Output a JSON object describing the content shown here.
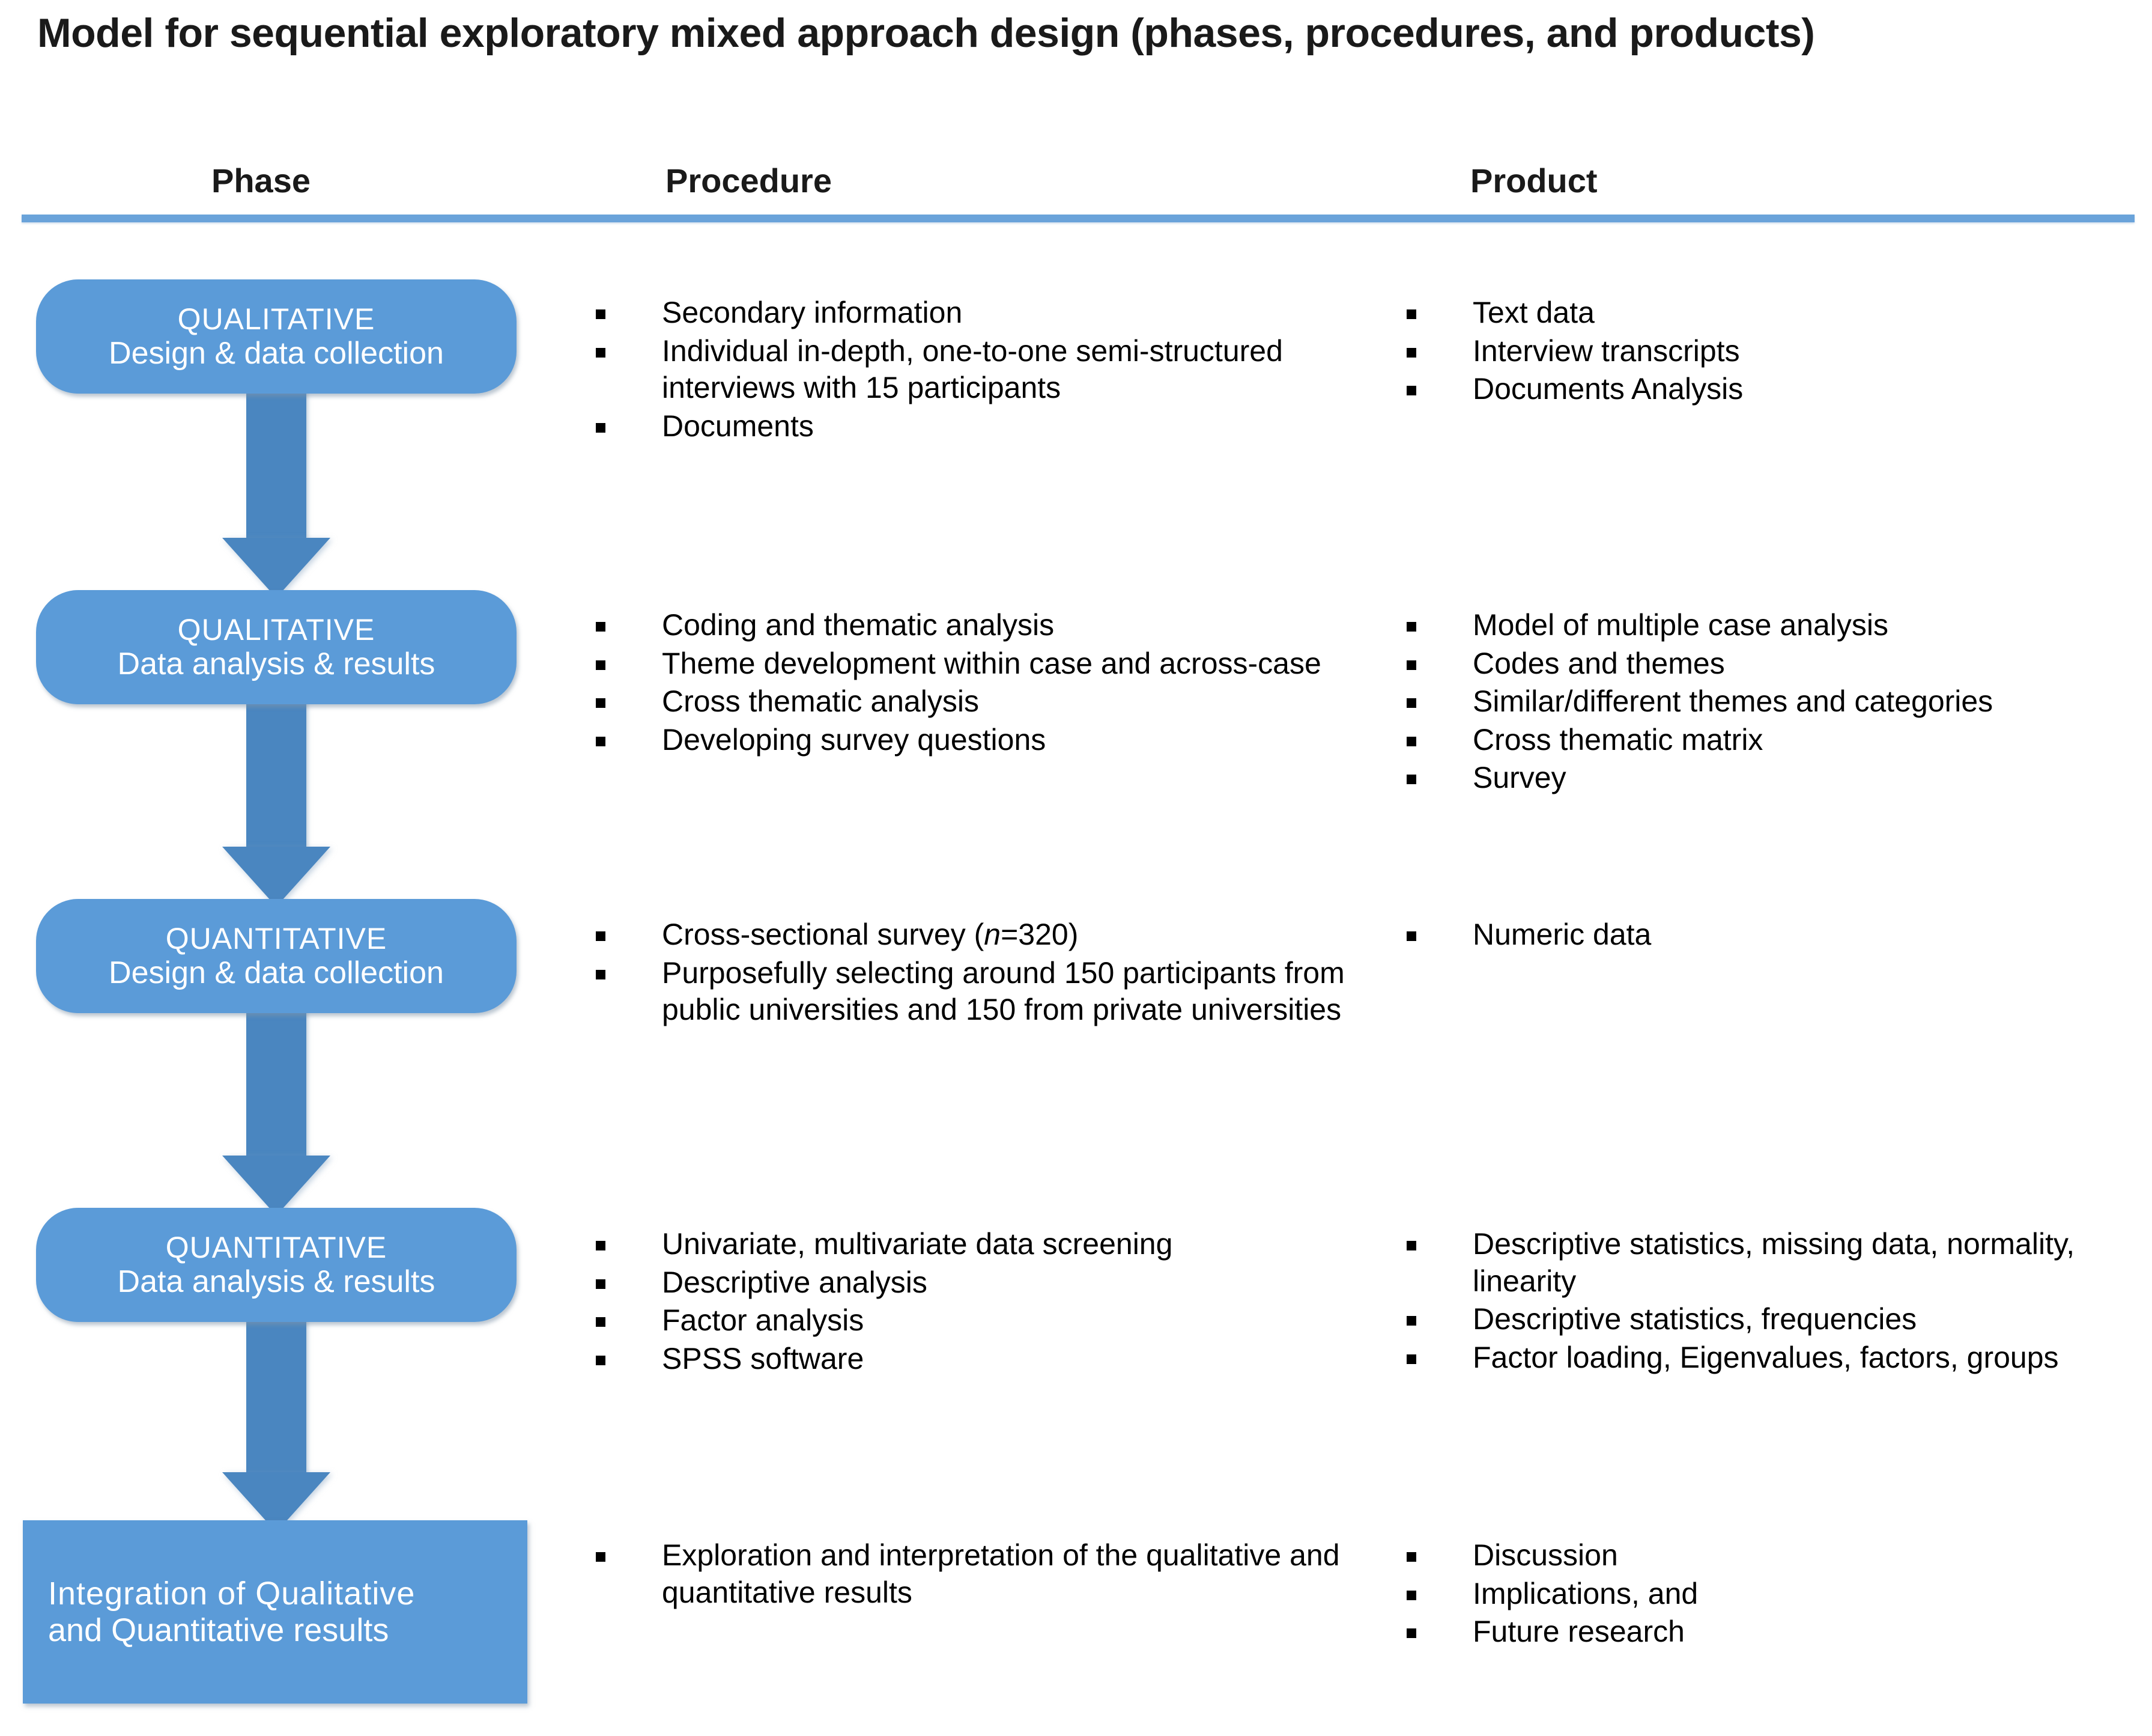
{
  "title": "Model for sequential exploratory mixed approach design (phases, procedures, and products)",
  "colors": {
    "box_fill": "#5b9bd8",
    "arrow_fill": "#4a86c0",
    "rule": "#6aa3da",
    "text": "#000000",
    "box_text": "#ffffff"
  },
  "columns": {
    "phase": "Phase",
    "procedure": "Procedure",
    "product": "Product"
  },
  "rows": [
    {
      "phase": {
        "line1": "QUALITATIVE",
        "line2": "Design & data collection",
        "shape": "rounded"
      },
      "procedure": [
        "Secondary information",
        "Individual in-depth, one-to-one semi-structured interviews with 15 participants",
        "Documents"
      ],
      "product": [
        "Text data",
        "Interview transcripts",
        "Documents Analysis"
      ]
    },
    {
      "phase": {
        "line1": "QUALITATIVE",
        "line2": "Data analysis & results",
        "shape": "rounded"
      },
      "procedure": [
        "Coding and thematic analysis",
        "Theme development within case and across-case",
        "Cross thematic analysis",
        "Developing survey questions"
      ],
      "product": [
        "Model of multiple case analysis",
        "Codes and themes",
        "Similar/different themes and categories",
        "Cross thematic matrix",
        "Survey"
      ]
    },
    {
      "phase": {
        "line1": "QUANTITATIVE",
        "line2": "Design & data collection",
        "shape": "rounded"
      },
      "procedure": [
        "Cross-sectional survey (n=320)",
        "Purposefully selecting around 150 participants from public universities and 150 from private universities"
      ],
      "product": [
        "Numeric data"
      ]
    },
    {
      "phase": {
        "line1": "QUANTITATIVE",
        "line2": "Data analysis & results",
        "shape": "rounded"
      },
      "procedure": [
        "Univariate, multivariate data screening",
        "Descriptive analysis",
        "Factor analysis",
        "SPSS software"
      ],
      "product": [
        "Descriptive statistics, missing data, normality, linearity",
        "Descriptive statistics, frequencies",
        "Factor loading, Eigenvalues, factors, groups"
      ]
    },
    {
      "phase": {
        "line1": "Integration of Qualitative",
        "line2": "and Quantitative results",
        "shape": "rectangle"
      },
      "procedure": [
        "Exploration and interpretation of the qualitative and quantitative results"
      ],
      "product": [
        "Discussion",
        "Implications, and",
        "Future research"
      ]
    }
  ],
  "arrows": [
    {
      "from": "row-1",
      "to": "row-2",
      "direction": "down"
    },
    {
      "from": "row-2",
      "to": "row-3",
      "direction": "down"
    },
    {
      "from": "row-3",
      "to": "row-4",
      "direction": "down"
    },
    {
      "from": "row-4",
      "to": "row-5",
      "direction": "down"
    }
  ]
}
